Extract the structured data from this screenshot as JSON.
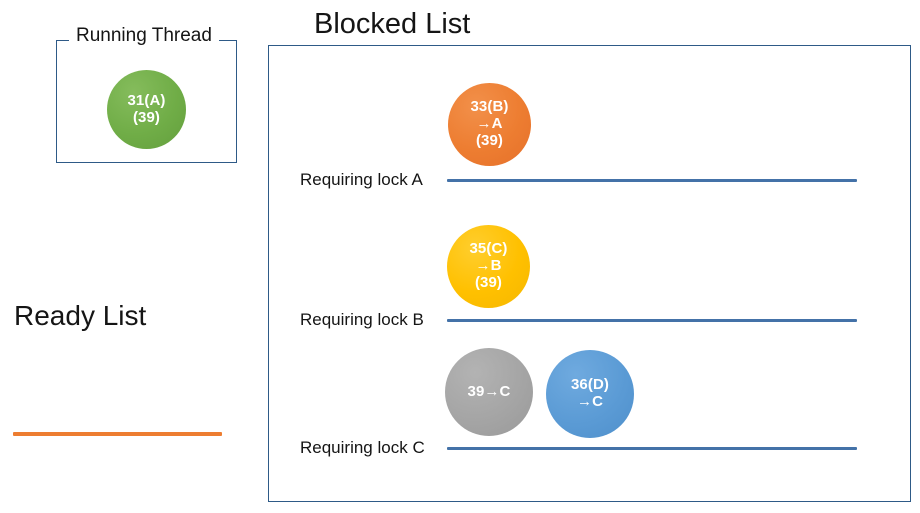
{
  "running_thread": {
    "title": "Running Thread",
    "thread": {
      "id": "thread-31",
      "line1": "31(A)",
      "line2": "(39)",
      "color": "#70AD47"
    }
  },
  "ready_list": {
    "title": "Ready List",
    "line_color": "#ED7D31"
  },
  "blocked_list": {
    "title": "Blocked List",
    "border_color": "#2E5A87",
    "lock_line_color": "#4472A8",
    "locks": [
      {
        "label": "Requiring lock A"
      },
      {
        "label": "Requiring lock B"
      },
      {
        "label": "Requiring lock C"
      }
    ],
    "threads": [
      {
        "id": "thread-33",
        "line1": "33(B)",
        "line2": "→A",
        "line3": "(39)",
        "color": "#ED7D31"
      },
      {
        "id": "thread-35",
        "line1": "35(C)",
        "line2": "→B",
        "line3": "(39)",
        "color": "#FFC000"
      },
      {
        "id": "thread-39",
        "line1": "39→C",
        "line2": "",
        "line3": "",
        "color": "#A5A5A5"
      },
      {
        "id": "thread-36",
        "line1": "36(D)",
        "line2": "→C",
        "line3": "",
        "color": "#5B9BD5"
      }
    ]
  }
}
